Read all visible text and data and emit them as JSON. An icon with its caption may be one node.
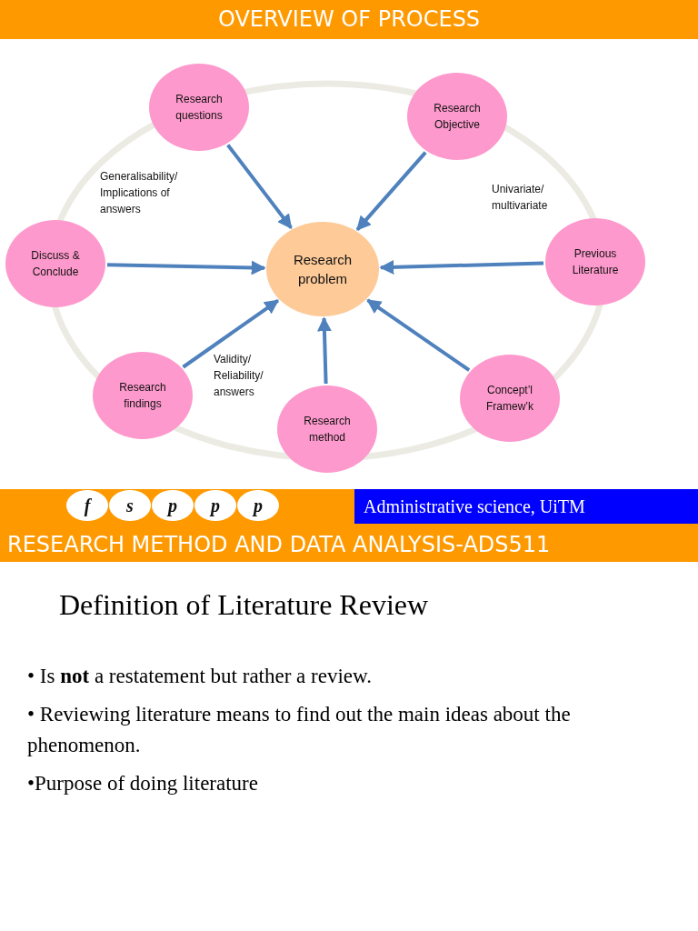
{
  "diagram": {
    "title": "OVERVIEW OF PROCESS",
    "nodes": [
      {
        "text": [
          "Research problem"
        ]
      },
      {
        "text": [
          "Research questions"
        ]
      },
      {
        "text": [
          "Research Objective"
        ]
      },
      {
        "text": [
          "Discuss & Conclude"
        ]
      },
      {
        "text": [
          "Previous Literature"
        ]
      },
      {
        "text": [
          "Research findings"
        ]
      },
      {
        "text": [
          "Research method"
        ]
      },
      {
        "text": [
          "Concept’l Framew’k"
        ]
      },
      {
        "text": [
          "f"
        ]
      },
      {
        "text": [
          "s"
        ]
      },
      {
        "text": [
          "p"
        ]
      },
      {
        "text": [
          "p"
        ]
      },
      {
        "text": [
          "p"
        ]
      }
    ],
    "edges": [
      {
        "from": 1,
        "to": 0,
        "arrow": "to"
      },
      {
        "from": 2,
        "to": 0,
        "arrow": "to"
      },
      {
        "from": 3,
        "to": 0,
        "arrow": "to"
      },
      {
        "from": 4,
        "to": 0,
        "arrow": "to"
      },
      {
        "from": 5,
        "to": 0,
        "arrow": "to"
      },
      {
        "from": 6,
        "to": 0,
        "arrow": "to"
      },
      {
        "from": 7,
        "to": 0,
        "arrow": "to"
      }
    ],
    "labels": [
      "Generalisability/ Implications of answers",
      "Univariate/ multivariate",
      "Validity/ Reliability/ answers",
      "Administrative science, UiTM",
      "RESEARCH METHOD AND DATA ANALYSIS-ADS511",
      "Definition of Literature Review",
      "• Is **not** a restatement but rather a review.",
      "• Reviewing literature means to find out the main ideas about the phenomenon.",
      "•Purpose of doing literature"
    ]
  }
}
